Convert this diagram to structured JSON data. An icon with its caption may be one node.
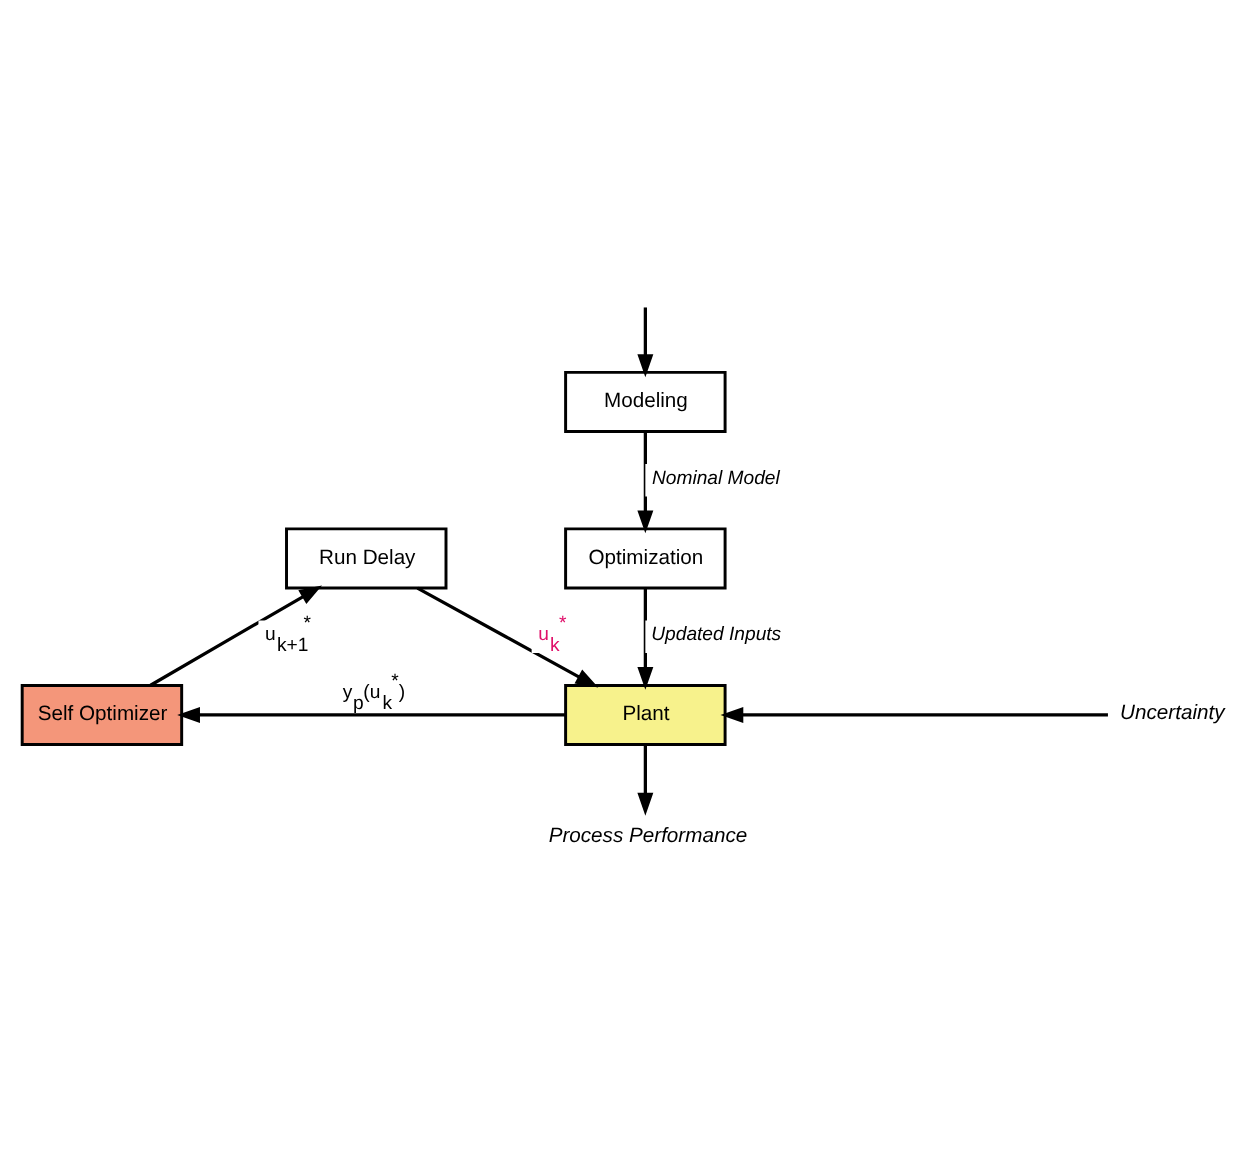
{
  "diagram": {
    "nodes": [
      {
        "text": [
          "Modeling"
        ]
      },
      {
        "text": [
          "Optimization"
        ]
      },
      {
        "text": [
          "Run Delay"
        ]
      },
      {
        "text": [
          "Self Optimizer"
        ]
      },
      {
        "text": [
          "Plant"
        ]
      },
      {
        "text": [
          "Uncertainty"
        ]
      },
      {
        "text": [
          "Process Performance"
        ]
      }
    ],
    "edges": [
      {
        "from": null,
        "to": 0,
        "arrow": "to"
      },
      {
        "from": 0,
        "to": 1,
        "arrow": "to",
        "label": "Nominal Model"
      },
      {
        "from": 1,
        "to": 4,
        "arrow": "to",
        "label": "Updated Inputs"
      },
      {
        "from": 2,
        "to": 4,
        "arrow": "to",
        "label": "u$_{k}$$^{*}$"
      },
      {
        "from": 4,
        "to": 3,
        "arrow": "to",
        "label": "y$_{p}$(u$_{k}$$^{*}$)"
      },
      {
        "from": 3,
        "to": 2,
        "arrow": "to",
        "label": "u$_{k+1}$$^{*}$"
      },
      {
        "from": 5,
        "to": 4,
        "arrow": "to"
      },
      {
        "from": 4,
        "to": 6,
        "arrow": "to"
      }
    ]
  }
}
